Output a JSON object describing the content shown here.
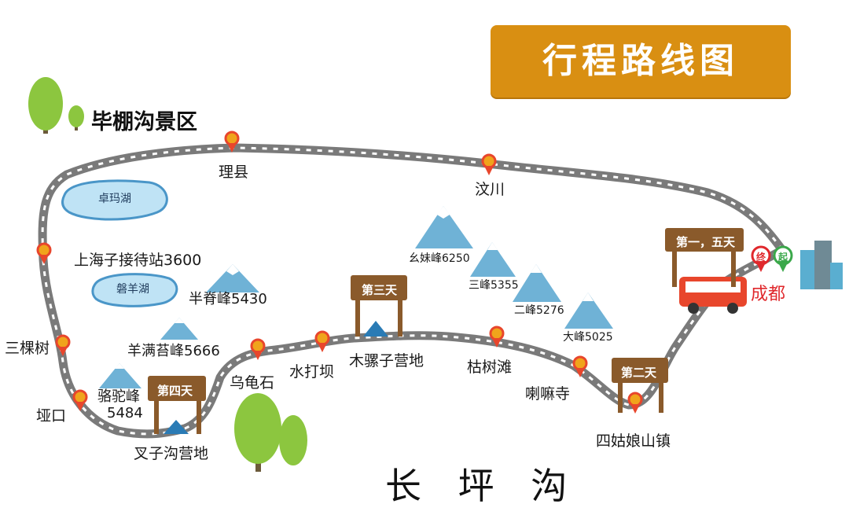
{
  "title": "行程路线图",
  "scenic_area": "毕棚沟景区",
  "river": "长 坪 沟",
  "lakes": [
    "卓玛湖",
    "磐羊湖"
  ],
  "stops": {
    "lixian": "理县",
    "wenchuan": "汶川",
    "shanghaizi": "上海子接待站3600",
    "sankeshu": "三棵树",
    "yakou": "垭口",
    "chazigou": "叉子沟营地",
    "wuguishi": "乌龟石",
    "shuidaba": "水打坝",
    "muluozi": "木骡子营地",
    "kushutan": "枯树滩",
    "lamasi": "喇嘛寺",
    "siguniang": "四姑娘山镇",
    "chengdu": "成都"
  },
  "peaks": {
    "banji": "半脊峰5430",
    "yangmantai": "羊满苔峰5666",
    "luotuo_line1": "骆驼峰",
    "luotuo_line2": "5484",
    "yaomei": "幺妹峰6250",
    "san": "三峰5355",
    "er": "二峰5276",
    "da": "大峰5025"
  },
  "day_signs": {
    "day1_5": "第一，五天",
    "day2": "第二天",
    "day3": "第三天",
    "day4": "第四天"
  },
  "pins": {
    "end": "终",
    "start": "起"
  },
  "colors": {
    "route": "#8e8e8e",
    "pin": "#f0a41c",
    "pin_ring": "#e8462c",
    "sign_wood": "#8a5a2b",
    "title_bg": "#d98f12",
    "mountain": "#6fb2d6",
    "lake": "#bfe3f5",
    "chengdu_text": "#e0282c"
  }
}
